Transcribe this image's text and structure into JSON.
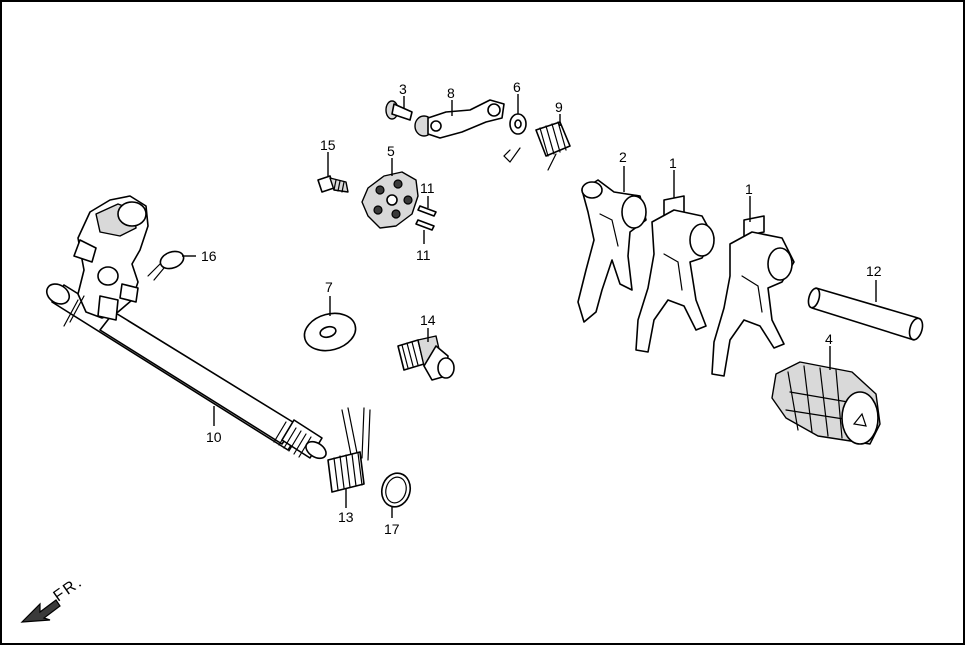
{
  "direction_label": "FR.",
  "callouts": [
    {
      "id": "fork-1a",
      "label": "1"
    },
    {
      "id": "fork-1b",
      "label": "1"
    },
    {
      "id": "fork-2",
      "label": "2"
    },
    {
      "id": "bolt-3",
      "label": "3"
    },
    {
      "id": "drum-4",
      "label": "4"
    },
    {
      "id": "plate-5",
      "label": "5"
    },
    {
      "id": "washer-6",
      "label": "6"
    },
    {
      "id": "washer-7",
      "label": "7"
    },
    {
      "id": "arm-8",
      "label": "8"
    },
    {
      "id": "spring-9",
      "label": "9"
    },
    {
      "id": "shaft-10",
      "label": "10"
    },
    {
      "id": "pin-11a",
      "label": "11"
    },
    {
      "id": "pin-11b",
      "label": "11"
    },
    {
      "id": "fork-shaft-12",
      "label": "12"
    },
    {
      "id": "spring-13",
      "label": "13"
    },
    {
      "id": "pin-14",
      "label": "14"
    },
    {
      "id": "bolt-15",
      "label": "15"
    },
    {
      "id": "clip-16",
      "label": "16"
    },
    {
      "id": "circlip-17",
      "label": "17"
    }
  ]
}
